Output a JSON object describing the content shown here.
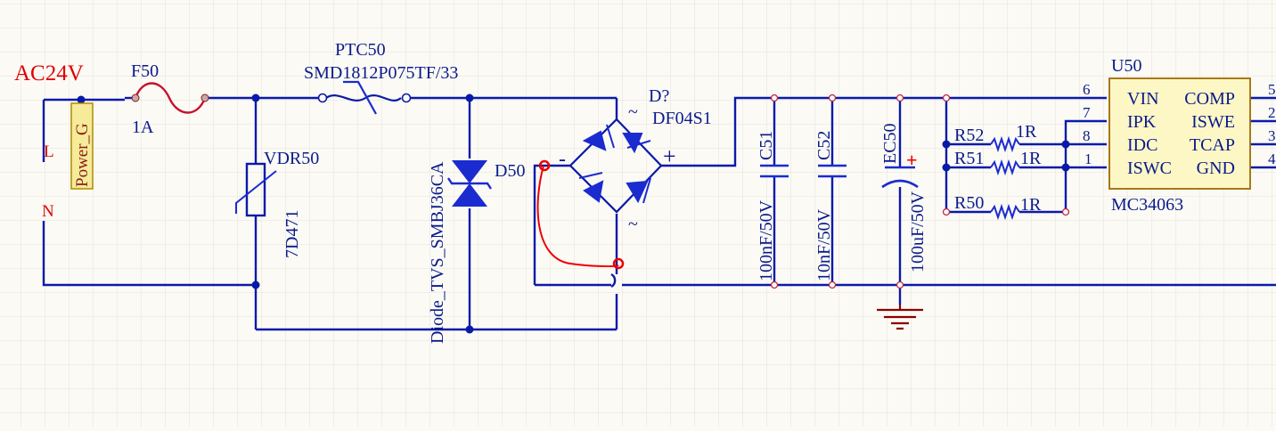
{
  "colors": {
    "background": "#fbfaf5",
    "grid": "#e6e3d8",
    "wire": "#0a1aa8",
    "part": "#1a2bd0",
    "text": "#0a1a8a",
    "net": "#e00000",
    "ground": "#8b0000",
    "annotation": "#ee0000",
    "port_fill": "#f5eb98"
  },
  "power_net": {
    "name": "AC24V",
    "pin_l": "L",
    "pin_n": "N"
  },
  "port": {
    "label": "Power_G"
  },
  "fuse": {
    "designator": "F50",
    "value": "1A"
  },
  "ptc": {
    "designator": "PTC50",
    "part_number": "SMD1812P075TF/33"
  },
  "varistor": {
    "designator": "VDR50",
    "value": "7D471"
  },
  "tvs": {
    "designator": "D50",
    "part_number": "Diode_TVS_SMBJ36CA"
  },
  "bridge": {
    "designator": "D?",
    "part_number": "DF04S1",
    "plus": "+",
    "minus": "-",
    "ac1": "~",
    "ac2": "~"
  },
  "capacitors": [
    {
      "designator": "C51",
      "value": "100nF/50V"
    },
    {
      "designator": "C52",
      "value": "10nF/50V"
    },
    {
      "designator": "EC50",
      "value": "100uF/50V",
      "polarity": "+"
    }
  ],
  "resistors": [
    {
      "designator": "R52",
      "value": "1R"
    },
    {
      "designator": "R51",
      "value": "1R"
    },
    {
      "designator": "R50",
      "value": "1R"
    }
  ],
  "ic": {
    "designator": "U50",
    "part_number": "MC34063",
    "left_pins": [
      {
        "num": "6",
        "name": "VIN"
      },
      {
        "num": "7",
        "name": "IPK"
      },
      {
        "num": "8",
        "name": "IDC"
      },
      {
        "num": "1",
        "name": "ISWC"
      }
    ],
    "right_pins": [
      {
        "num": "5",
        "name": "COMP"
      },
      {
        "num": "2",
        "name": "ISWE"
      },
      {
        "num": "3",
        "name": "TCAP"
      },
      {
        "num": "4",
        "name": "GND"
      }
    ]
  }
}
